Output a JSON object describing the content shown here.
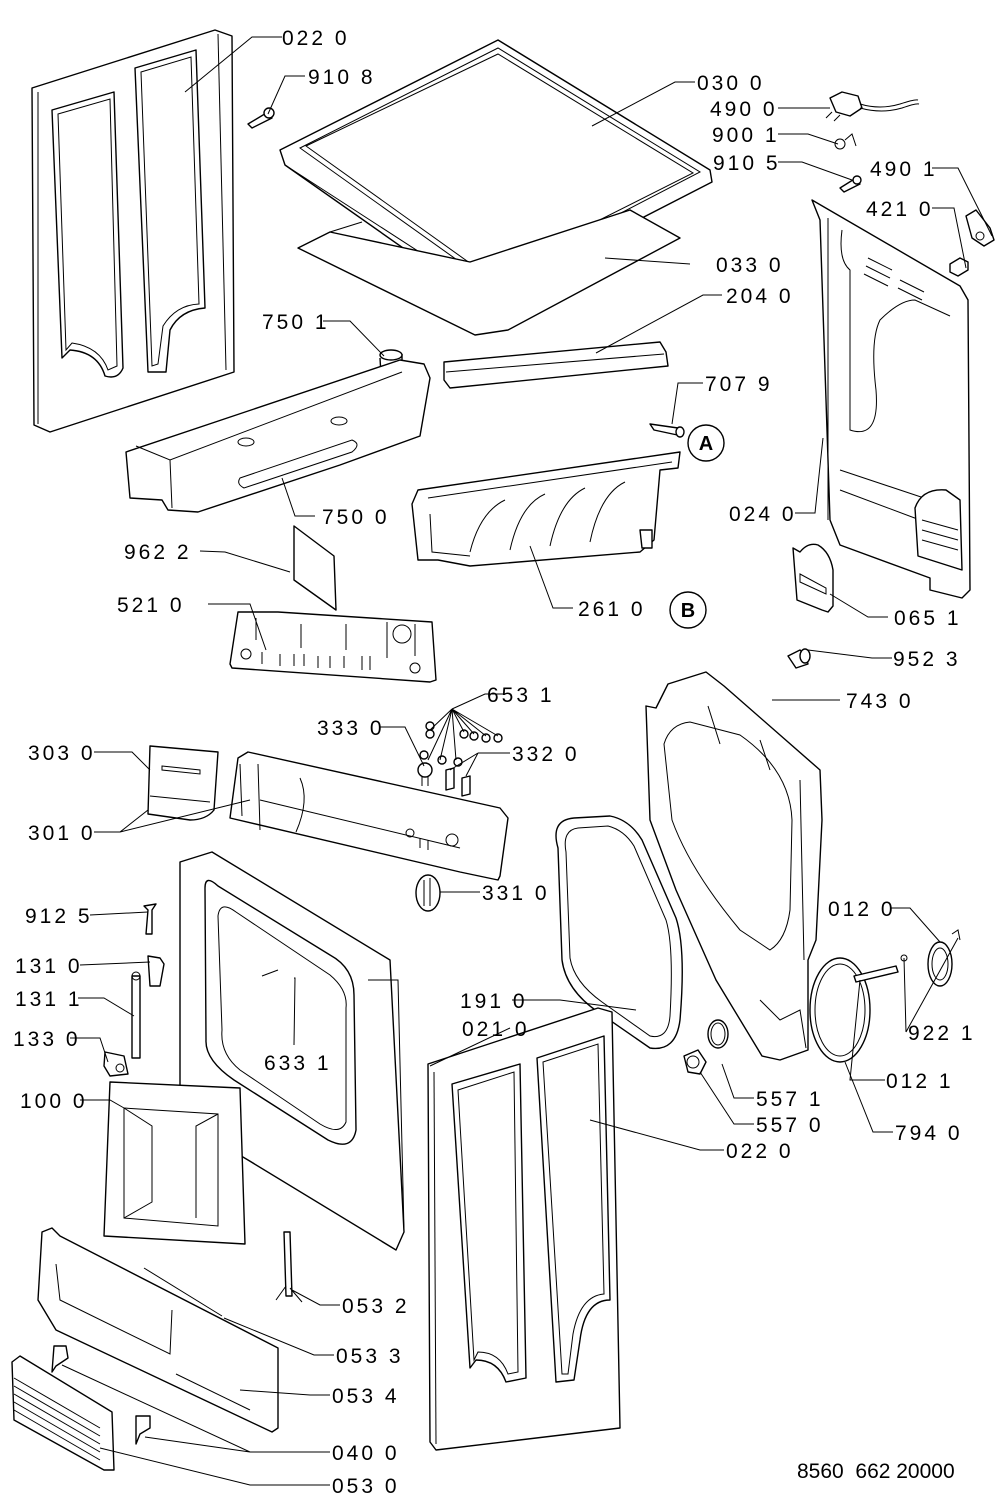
{
  "diagram": {
    "type": "exploded-parts-diagram",
    "document_number": "8560  662 20000",
    "callouts": [
      {
        "id": "A",
        "label": "A"
      },
      {
        "id": "B",
        "label": "B"
      }
    ],
    "parts": [
      {
        "id": "p0220a",
        "label": "022 0"
      },
      {
        "id": "p9108",
        "label": "910 8"
      },
      {
        "id": "p0300",
        "label": "030 0"
      },
      {
        "id": "p4900",
        "label": "490 0"
      },
      {
        "id": "p9001",
        "label": "900 1"
      },
      {
        "id": "p9105",
        "label": "910 5"
      },
      {
        "id": "p4901",
        "label": "490 1"
      },
      {
        "id": "p4210",
        "label": "421 0"
      },
      {
        "id": "p0330",
        "label": "033 0"
      },
      {
        "id": "p2040",
        "label": "204 0"
      },
      {
        "id": "p7501",
        "label": "750 1"
      },
      {
        "id": "p7079",
        "label": "707 9"
      },
      {
        "id": "p7500",
        "label": "750 0"
      },
      {
        "id": "p0240",
        "label": "024 0"
      },
      {
        "id": "p9622",
        "label": "962 2"
      },
      {
        "id": "p2610",
        "label": "261 0"
      },
      {
        "id": "p0651",
        "label": "065 1"
      },
      {
        "id": "p5210",
        "label": "521 0"
      },
      {
        "id": "p9523",
        "label": "952 3"
      },
      {
        "id": "p6531",
        "label": "653 1"
      },
      {
        "id": "p7430",
        "label": "743 0"
      },
      {
        "id": "p3330",
        "label": "333 0"
      },
      {
        "id": "p3320",
        "label": "332 0"
      },
      {
        "id": "p3030",
        "label": "303 0"
      },
      {
        "id": "p3010",
        "label": "301 0"
      },
      {
        "id": "p3310",
        "label": "331 0"
      },
      {
        "id": "p9125",
        "label": "912 5"
      },
      {
        "id": "p0120",
        "label": "012 0"
      },
      {
        "id": "p1310",
        "label": "131 0"
      },
      {
        "id": "p1311",
        "label": "131 1"
      },
      {
        "id": "p1910",
        "label": "191 0"
      },
      {
        "id": "p9221",
        "label": "922 1"
      },
      {
        "id": "p0210",
        "label": "021 0"
      },
      {
        "id": "p1330",
        "label": "133 0"
      },
      {
        "id": "p6331",
        "label": "633 1"
      },
      {
        "id": "p0121",
        "label": "012 1"
      },
      {
        "id": "p5571",
        "label": "557 1"
      },
      {
        "id": "p1000",
        "label": "100 0"
      },
      {
        "id": "p5570",
        "label": "557 0"
      },
      {
        "id": "p0220b",
        "label": "022 0"
      },
      {
        "id": "p7940",
        "label": "794 0"
      },
      {
        "id": "p0532",
        "label": "053 2"
      },
      {
        "id": "p0533",
        "label": "053 3"
      },
      {
        "id": "p0534",
        "label": "053 4"
      },
      {
        "id": "p0400",
        "label": "040 0"
      },
      {
        "id": "p0530",
        "label": "053 0"
      }
    ]
  }
}
